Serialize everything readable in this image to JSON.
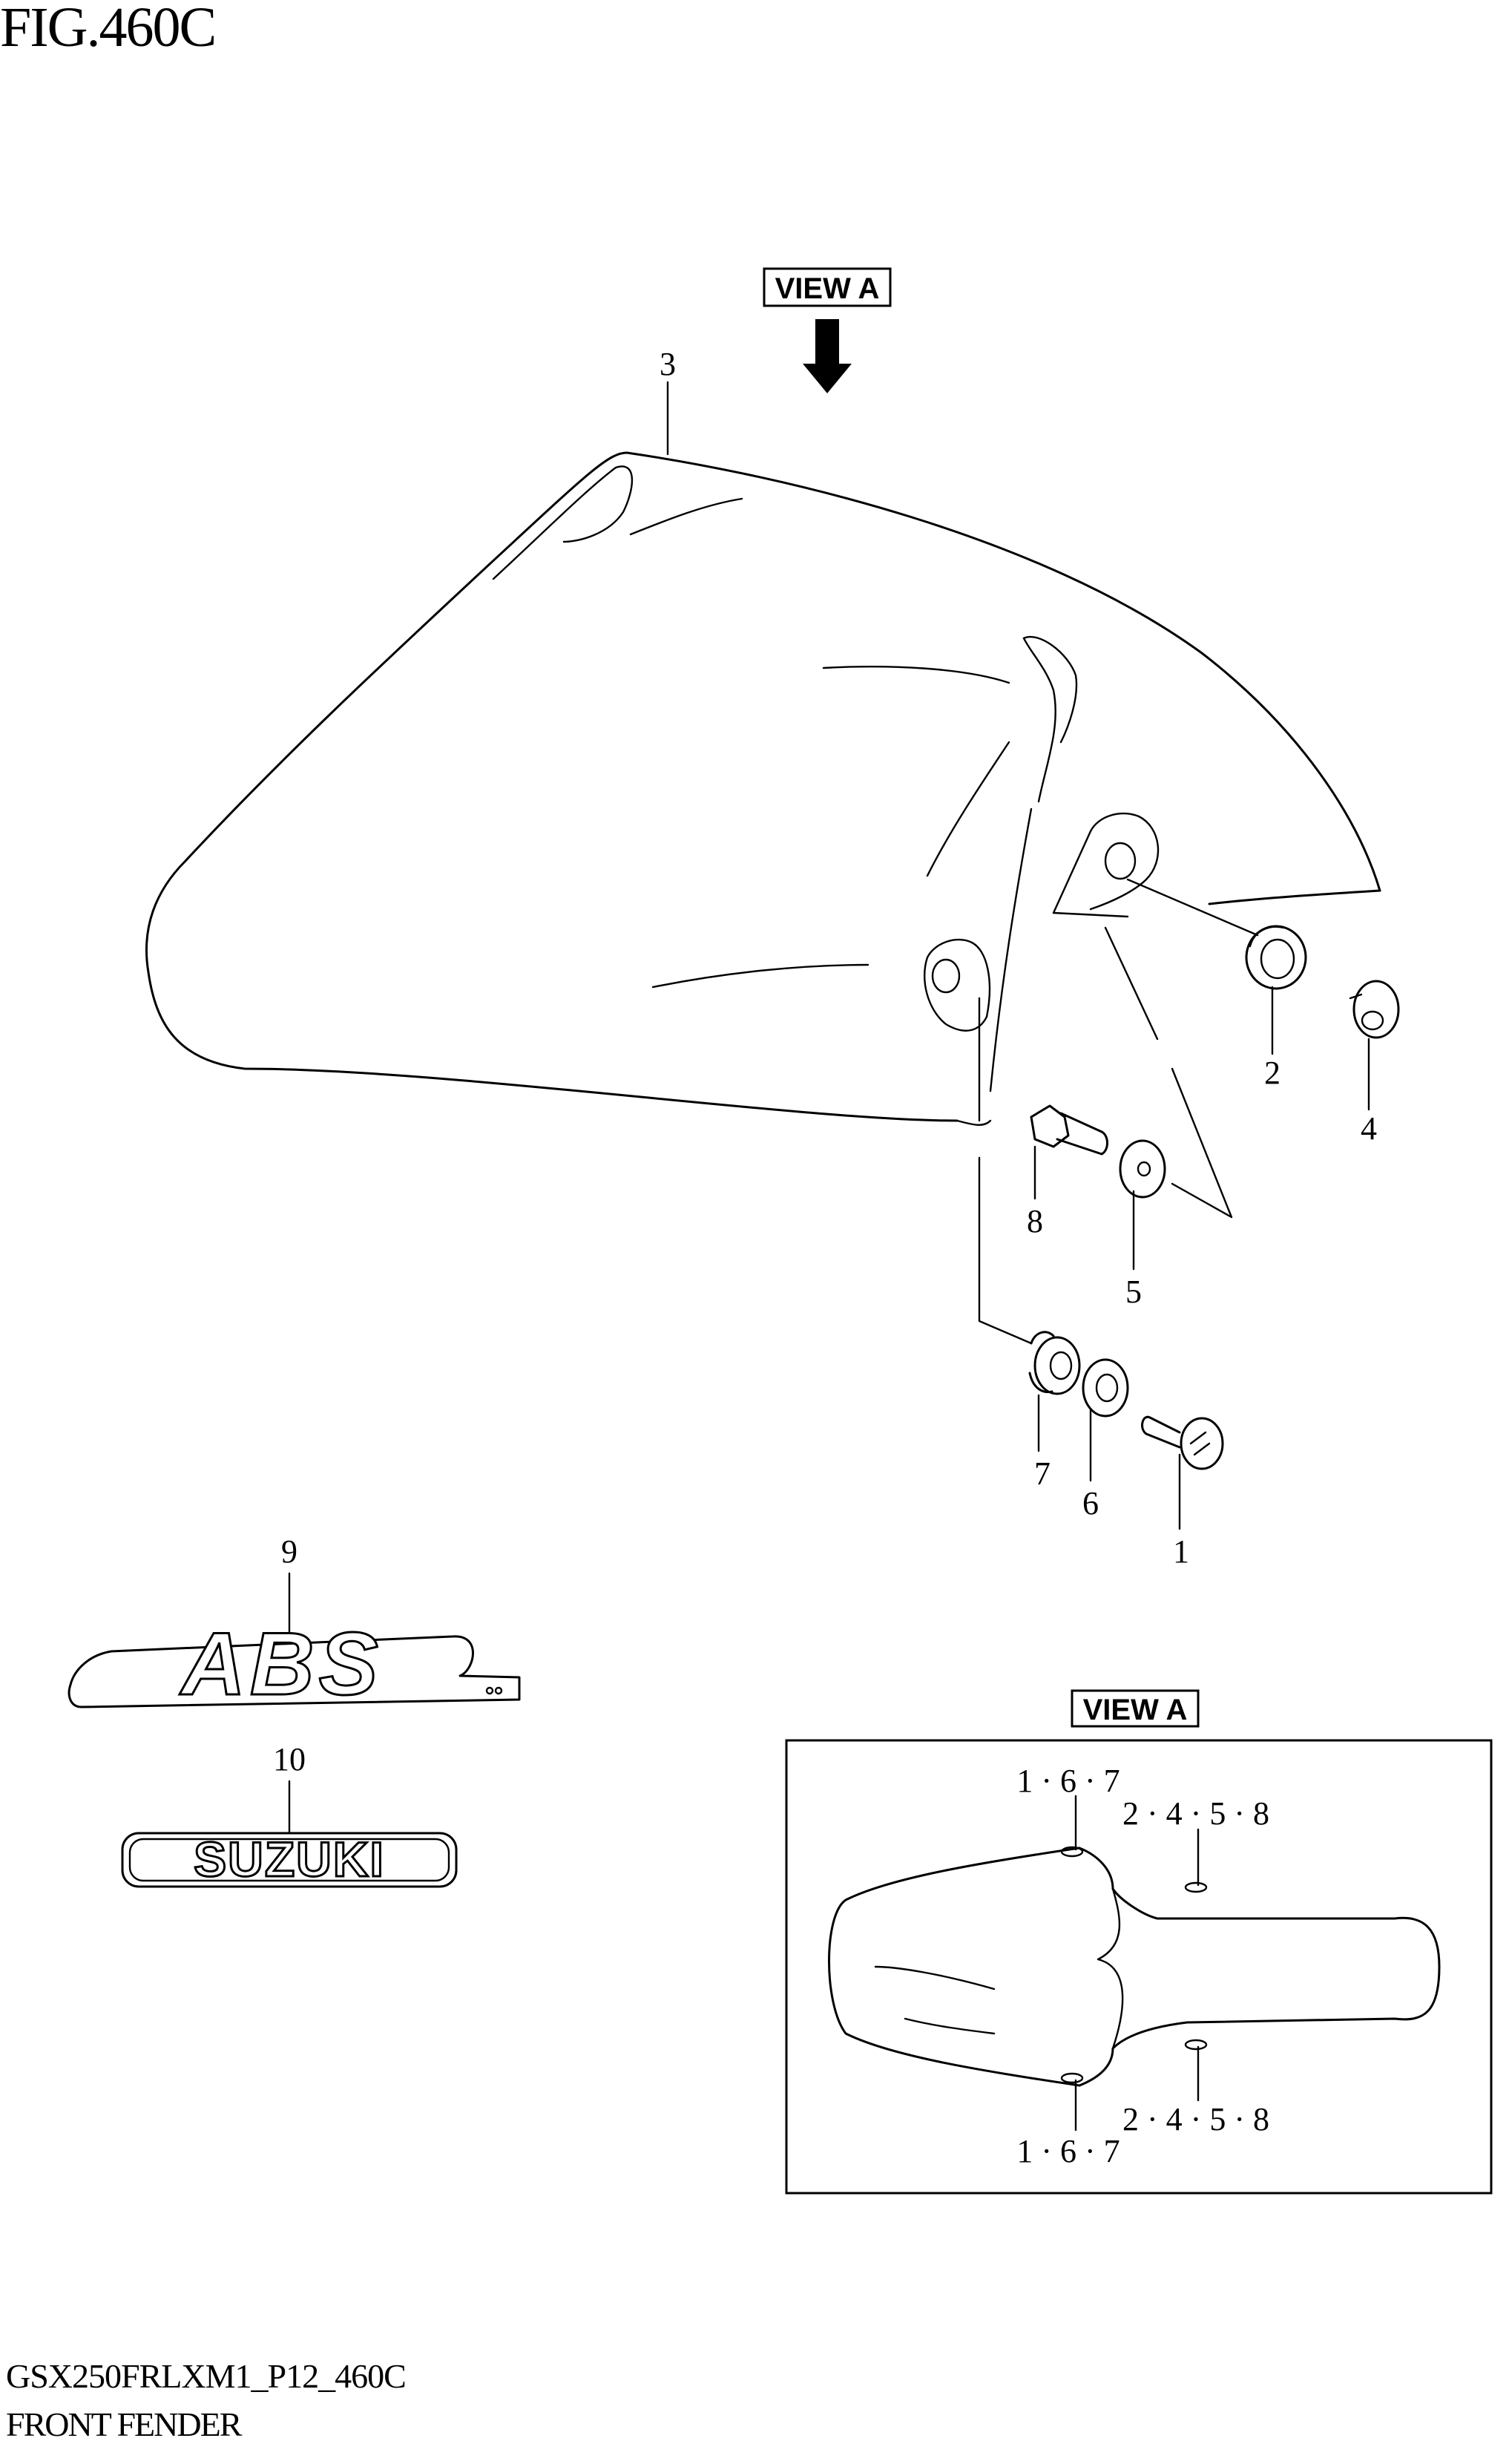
{
  "figure": {
    "title": "FIG.460C"
  },
  "view_tag": {
    "text": "VIEW A"
  },
  "callouts": [
    "1",
    "2",
    "3",
    "4",
    "5",
    "6",
    "7",
    "8",
    "9",
    "10"
  ],
  "decals": {
    "abs": "ABS",
    "suzuki": "SUZUKI"
  },
  "view_a": {
    "label": "VIEW A",
    "groups": [
      "1 · 6 · 7",
      "2 · 4 · 5 · 8",
      "2 · 4 · 5 · 8",
      "1 · 6 · 7"
    ]
  },
  "footer": {
    "model_code": "GSX250FRLXM1_P12_460C",
    "name": "FRONT FENDER"
  }
}
